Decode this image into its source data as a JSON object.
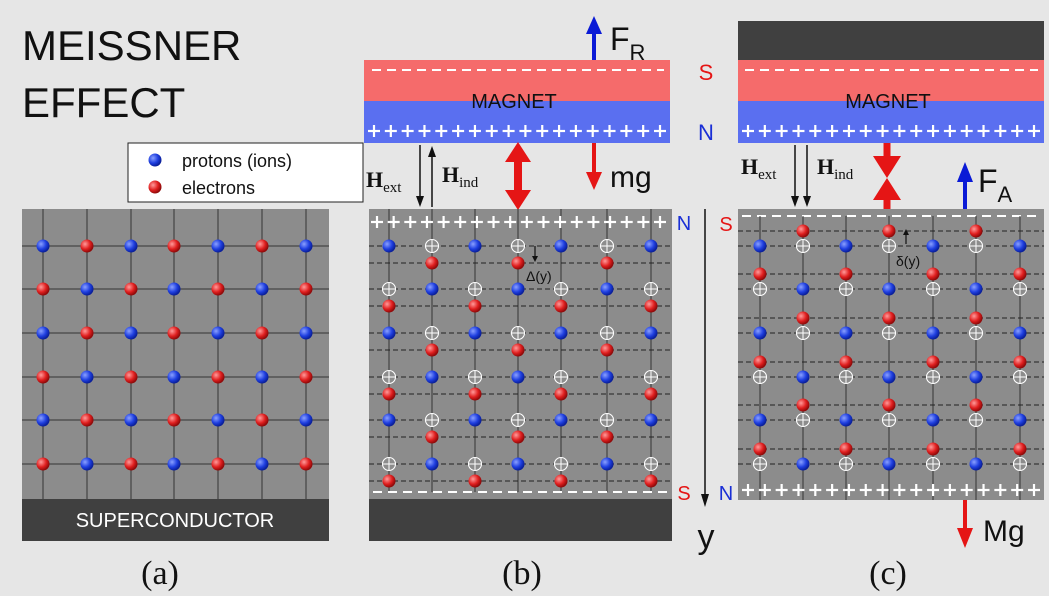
{
  "title": {
    "line1": "MEISSNER",
    "line2": "EFFECT"
  },
  "legend": {
    "protons": "protons (ions)",
    "electrons": "electrons"
  },
  "panel_a": {
    "label": "(a)",
    "base_label": "SUPERCONDUCTOR"
  },
  "panel_b": {
    "label": "(b)",
    "magnet_label": "MAGNET",
    "force_up": "F",
    "force_up_sub": "R",
    "force_down": "mg",
    "h_ext": "H",
    "h_ext_sub": "ext",
    "h_ind": "H",
    "h_ind_sub": "ind",
    "magnet_pole_top": "S",
    "magnet_pole_bottom": "N",
    "sc_pole_top": "N",
    "sc_pole_bottom": "S",
    "shift_label": "Δ(y)",
    "axis_label": "y"
  },
  "panel_c": {
    "label": "(c)",
    "magnet_label": "MAGNET",
    "force_up": "F",
    "force_up_sub": "A",
    "force_down": "Mg",
    "h_ext": "H",
    "h_ext_sub": "ext",
    "h_ind": "H",
    "h_ind_sub": "ind",
    "sc_pole_top": "S",
    "sc_pole_bottom": "N",
    "shift_label": "δ(y)"
  },
  "colors": {
    "background": "#e6e6e6",
    "lattice": "#8c8c8c",
    "dark_block": "#404040",
    "magnet_red": "#f56b6b",
    "magnet_blue": "#5a6ff0",
    "proton": "#1f3fe0",
    "electron": "#e01f1f",
    "arrow_blue": "#0a1ad6",
    "arrow_red": "#e51515",
    "pole_red": "#e51515",
    "pole_blue": "#1a2fd6"
  }
}
